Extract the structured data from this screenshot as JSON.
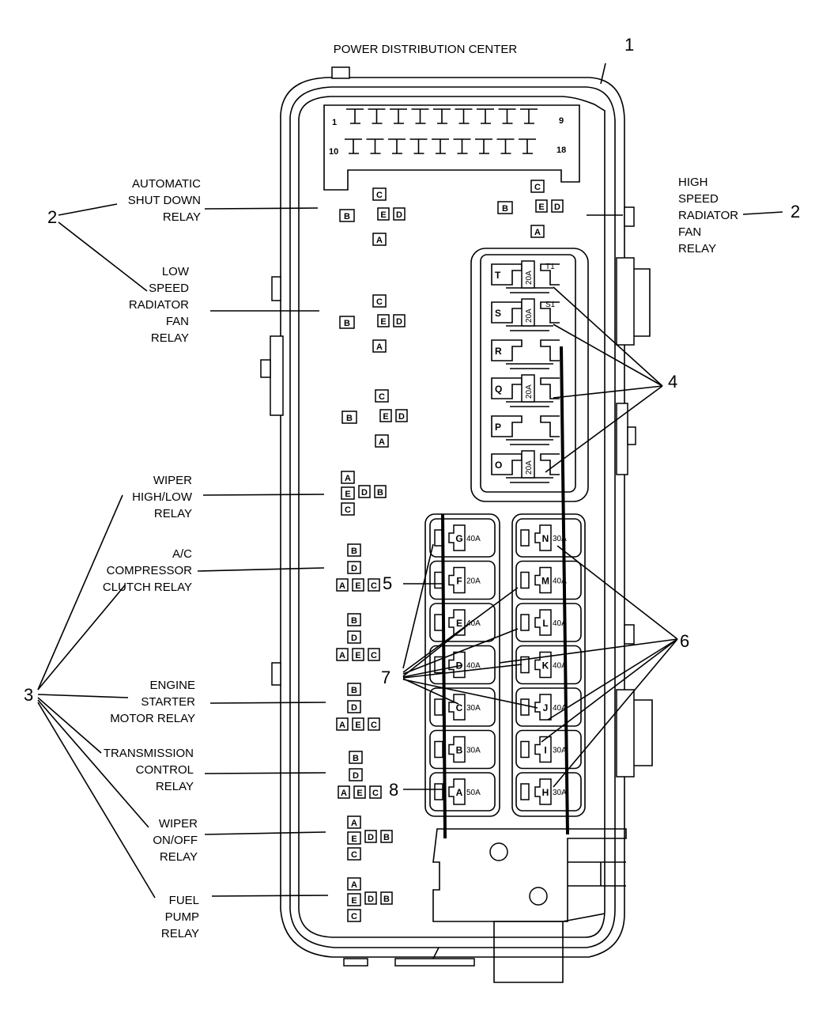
{
  "title": "POWER DISTRIBUTION CENTER",
  "connector": {
    "pin_top_left": "1",
    "pin_top_right": "9",
    "pin_bottom_left": "10",
    "pin_bottom_right": "18"
  },
  "left_labels": [
    {
      "lines": [
        "AUTOMATIC",
        "SHUT DOWN",
        "RELAY"
      ]
    },
    {
      "lines": [
        "LOW",
        "SPEED",
        "RADIATOR",
        "FAN",
        "RELAY"
      ]
    },
    {
      "lines": [
        "WIPER",
        "HIGH/LOW",
        "RELAY"
      ]
    },
    {
      "lines": [
        "A/C",
        "COMPRESSOR",
        "CLUTCH RELAY"
      ]
    },
    {
      "lines": [
        "ENGINE",
        "STARTER",
        "MOTOR RELAY"
      ]
    },
    {
      "lines": [
        "TRANSMISSION",
        "CONTROL",
        "RELAY"
      ]
    },
    {
      "lines": [
        "WIPER",
        "ON/OFF",
        "RELAY"
      ]
    },
    {
      "lines": [
        "FUEL",
        "PUMP",
        "RELAY"
      ]
    }
  ],
  "right_label": {
    "lines": [
      "HIGH",
      "SPEED",
      "RADIATOR",
      "FAN",
      "RELAY"
    ]
  },
  "callouts": [
    "1",
    "2",
    "2",
    "3",
    "4",
    "5",
    "6",
    "7",
    "8"
  ],
  "relay_pins": [
    "A",
    "B",
    "C",
    "D",
    "E"
  ],
  "mini_fuses": [
    {
      "slot": "T",
      "amps": "20A",
      "tag": "T1"
    },
    {
      "slot": "S",
      "amps": "20A",
      "tag": "S1"
    },
    {
      "slot": "R",
      "amps": "",
      "tag": ""
    },
    {
      "slot": "Q",
      "amps": "20A",
      "tag": ""
    },
    {
      "slot": "P",
      "amps": "",
      "tag": ""
    },
    {
      "slot": "O",
      "amps": "20A",
      "tag": ""
    }
  ],
  "maxi_fuses_left": [
    {
      "slot": "G",
      "amps": "40A"
    },
    {
      "slot": "F",
      "amps": "20A"
    },
    {
      "slot": "E",
      "amps": "40A"
    },
    {
      "slot": "D",
      "amps": "40A"
    },
    {
      "slot": "C",
      "amps": "30A"
    },
    {
      "slot": "B",
      "amps": "30A"
    },
    {
      "slot": "A",
      "amps": "50A"
    }
  ],
  "maxi_fuses_right": [
    {
      "slot": "N",
      "amps": "30A"
    },
    {
      "slot": "M",
      "amps": "40A"
    },
    {
      "slot": "L",
      "amps": "40A"
    },
    {
      "slot": "K",
      "amps": "40A"
    },
    {
      "slot": "J",
      "amps": "40A"
    },
    {
      "slot": "I",
      "amps": "30A"
    },
    {
      "slot": "H",
      "amps": "30A"
    }
  ]
}
